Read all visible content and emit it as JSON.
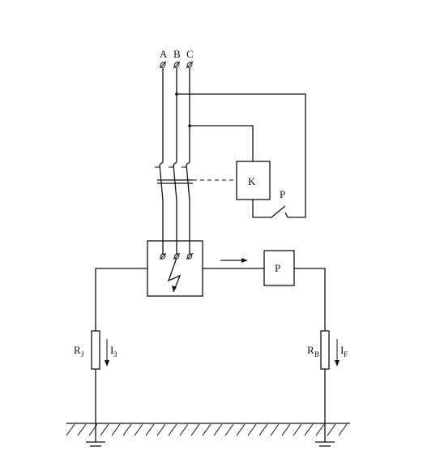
{
  "phases": [
    "A",
    "B",
    "C"
  ],
  "relay_label": "K",
  "switch_label": "P",
  "device_label": "P",
  "left_resistor": {
    "letter": "R",
    "subscript": "J",
    "current": "I",
    "current_sub": "3"
  },
  "right_resistor": {
    "letter": "R",
    "subscript": "B",
    "current": "I",
    "current_sub": "F"
  },
  "colors": {
    "line": "#111111",
    "background": "#ffffff"
  }
}
